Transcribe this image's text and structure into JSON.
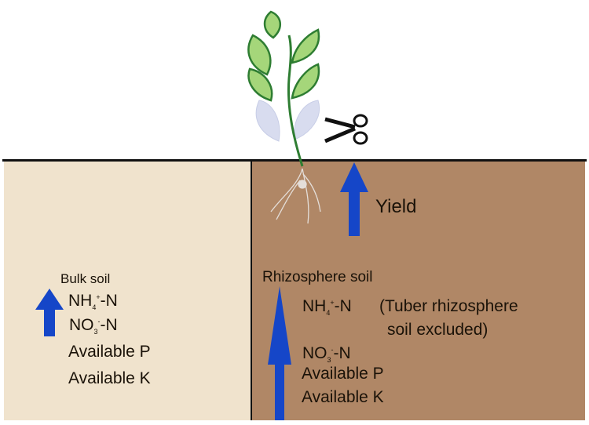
{
  "bulk": {
    "title": "Bulk soil",
    "nh4": {
      "base": "NH",
      "sub": "4",
      "sup": "+",
      "suffix": "-N"
    },
    "no3": {
      "base": "NO",
      "sub": "3",
      "sup": "-",
      "suffix": "-N"
    },
    "p": "Available P",
    "k": "Available K"
  },
  "rhizo": {
    "title": "Rhizosphere soil",
    "nh4": {
      "base": "NH",
      "sub": "4",
      "sup": "+",
      "suffix": "-N"
    },
    "note1": "(Tuber rhizosphere",
    "note2": "soil excluded)",
    "no3": {
      "base": "NO",
      "sub": "3",
      "sup": "-",
      "suffix": "-N"
    },
    "p": "Available P",
    "k": "Available K"
  },
  "yield": "Yield",
  "colors": {
    "bulk": "#f0e3cd",
    "rhizo": "#b08766",
    "arrow": "#1546c8"
  }
}
